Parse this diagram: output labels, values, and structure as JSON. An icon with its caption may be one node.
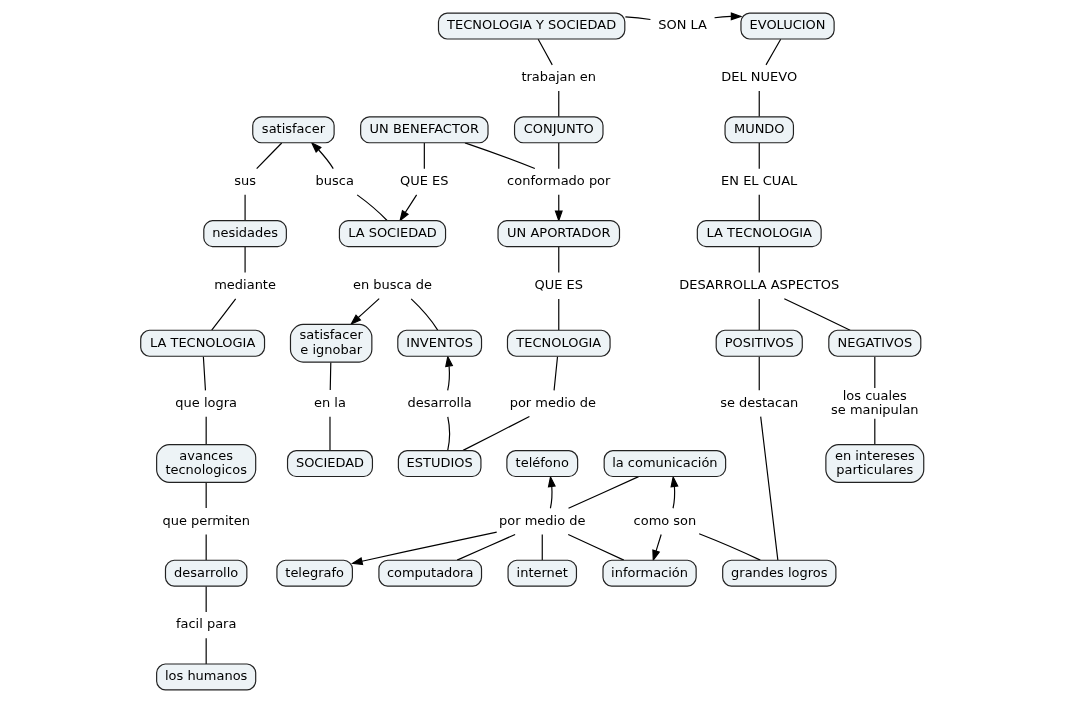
{
  "diagram": {
    "nodes": [
      {
        "text": [
          "TECNOLOGIA Y SOCIEDAD"
        ]
      },
      {
        "text": [
          "SON LA"
        ]
      },
      {
        "text": [
          "EVOLUCION"
        ]
      },
      {
        "text": [
          "trabajan en"
        ]
      },
      {
        "text": [
          "DEL NUEVO"
        ]
      },
      {
        "text": [
          "satisfacer"
        ]
      },
      {
        "text": [
          "UN BENEFACTOR"
        ]
      },
      {
        "text": [
          "CONJUNTO"
        ]
      },
      {
        "text": [
          "MUNDO"
        ]
      },
      {
        "text": [
          "busca"
        ]
      },
      {
        "text": [
          "sus"
        ]
      },
      {
        "text": [
          "conformado por"
        ]
      },
      {
        "text": [
          "EN EL CUAL"
        ]
      },
      {
        "text": [
          "UN APORTADOR"
        ]
      },
      {
        "text": [
          "QUE ES"
        ]
      },
      {
        "text": [
          "nesidades"
        ]
      },
      {
        "text": [
          "LA SOCIEDAD"
        ]
      },
      {
        "text": [
          "LA TECNOLOGIA"
        ]
      },
      {
        "text": [
          "QUE ES"
        ]
      },
      {
        "text": [
          "satisfacer e ignobar"
        ]
      },
      {
        "text": [
          "mediante"
        ]
      },
      {
        "text": [
          "DESARROLLA ASPECTOS"
        ]
      },
      {
        "text": [
          "en busca de"
        ]
      },
      {
        "text": [
          "LA TECNOLOGIA"
        ]
      },
      {
        "text": [
          "TECNOLOGIA"
        ]
      },
      {
        "text": [
          "en la"
        ]
      },
      {
        "text": [
          "INVENTOS"
        ]
      },
      {
        "text": [
          "que logra"
        ]
      },
      {
        "text": [
          "POSITIVOS"
        ]
      },
      {
        "text": [
          "NEGATIVOS"
        ]
      },
      {
        "text": [
          "por medio de"
        ]
      },
      {
        "text": [
          "los cuales se manipulan"
        ]
      },
      {
        "text": [
          "SOCIEDAD"
        ]
      },
      {
        "text": [
          "desarrolla"
        ]
      },
      {
        "text": [
          "se destacan"
        ]
      },
      {
        "text": [
          "teléfono"
        ]
      },
      {
        "text": [
          "avances tecnologicos"
        ]
      },
      {
        "text": [
          "ESTUDIOS"
        ]
      },
      {
        "text": [
          "la comunicación"
        ]
      },
      {
        "text": [
          "en intereses particulares"
        ]
      },
      {
        "text": [
          "por medio de"
        ]
      },
      {
        "text": [
          "telegrafo"
        ]
      },
      {
        "text": [
          "que permiten"
        ]
      },
      {
        "text": [
          "como son"
        ]
      },
      {
        "text": [
          "información"
        ]
      },
      {
        "text": [
          "computadora"
        ]
      },
      {
        "text": [
          "desarrollo"
        ]
      },
      {
        "text": [
          "internet"
        ]
      },
      {
        "text": [
          "grandes logros"
        ]
      },
      {
        "text": [
          "facil para"
        ]
      },
      {
        "text": [
          "los humanos"
        ]
      }
    ],
    "edges": [
      {
        "from": 0,
        "to": 1,
        "arrow": "none"
      },
      {
        "from": 1,
        "to": 2,
        "arrow": "to"
      },
      {
        "from": 0,
        "to": 3,
        "arrow": "none"
      },
      {
        "from": 3,
        "to": 7,
        "arrow": "none"
      },
      {
        "from": 2,
        "to": 4,
        "arrow": "none"
      },
      {
        "from": 4,
        "to": 8,
        "arrow": "none"
      },
      {
        "from": 8,
        "to": 12,
        "arrow": "none"
      },
      {
        "from": 12,
        "to": 17,
        "arrow": "none"
      },
      {
        "from": 17,
        "to": 21,
        "arrow": "none"
      },
      {
        "from": 21,
        "to": 28,
        "arrow": "none"
      },
      {
        "from": 21,
        "to": 29,
        "arrow": "none"
      },
      {
        "from": 29,
        "to": 31,
        "arrow": "none"
      },
      {
        "from": 31,
        "to": 39,
        "arrow": "none"
      },
      {
        "from": 7,
        "to": 11,
        "arrow": "none"
      },
      {
        "from": 11,
        "to": 6,
        "arrow": "none"
      },
      {
        "from": 11,
        "to": 13,
        "arrow": "to"
      },
      {
        "from": 6,
        "to": 14,
        "arrow": "none"
      },
      {
        "from": 14,
        "to": 16,
        "arrow": "to"
      },
      {
        "from": 16,
        "to": 9,
        "arrow": "none"
      },
      {
        "from": 9,
        "to": 5,
        "arrow": "to"
      },
      {
        "from": 5,
        "to": 10,
        "arrow": "none"
      },
      {
        "from": 10,
        "to": 15,
        "arrow": "none"
      },
      {
        "from": 15,
        "to": 20,
        "arrow": "none"
      },
      {
        "from": 20,
        "to": 23,
        "arrow": "none"
      },
      {
        "from": 23,
        "to": 27,
        "arrow": "none"
      },
      {
        "from": 27,
        "to": 36,
        "arrow": "none"
      },
      {
        "from": 36,
        "to": 42,
        "arrow": "none"
      },
      {
        "from": 42,
        "to": 46,
        "arrow": "none"
      },
      {
        "from": 46,
        "to": 49,
        "arrow": "none"
      },
      {
        "from": 49,
        "to": 50,
        "arrow": "none"
      },
      {
        "from": 13,
        "to": 18,
        "arrow": "none"
      },
      {
        "from": 18,
        "to": 24,
        "arrow": "none"
      },
      {
        "from": 24,
        "to": 30,
        "arrow": "none"
      },
      {
        "from": 30,
        "to": 37,
        "arrow": "none"
      },
      {
        "from": 37,
        "to": 33,
        "arrow": "none"
      },
      {
        "from": 33,
        "to": 26,
        "arrow": "to"
      },
      {
        "from": 26,
        "to": 22,
        "arrow": "none"
      },
      {
        "from": 22,
        "to": 19,
        "arrow": "to"
      },
      {
        "from": 19,
        "to": 25,
        "arrow": "none"
      },
      {
        "from": 25,
        "to": 32,
        "arrow": "none"
      },
      {
        "from": 28,
        "to": 34,
        "arrow": "none"
      },
      {
        "from": 34,
        "to": 48,
        "arrow": "none"
      },
      {
        "from": 48,
        "to": 43,
        "arrow": "none"
      },
      {
        "from": 43,
        "to": 38,
        "arrow": "to"
      },
      {
        "from": 43,
        "to": 44,
        "arrow": "to"
      },
      {
        "from": 38,
        "to": 40,
        "arrow": "none"
      },
      {
        "from": 40,
        "to": 35,
        "arrow": "to"
      },
      {
        "from": 40,
        "to": 41,
        "arrow": "to"
      },
      {
        "from": 40,
        "to": 45,
        "arrow": "none"
      },
      {
        "from": 40,
        "to": 47,
        "arrow": "none"
      },
      {
        "from": 40,
        "to": 44,
        "arrow": "none"
      }
    ]
  }
}
